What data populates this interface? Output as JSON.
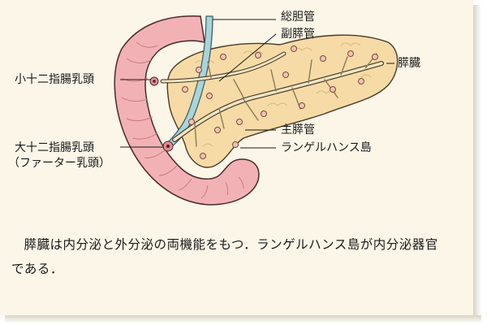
{
  "labels": {
    "common_bile_duct": "総胆管",
    "accessory_pancreatic_duct": "副膵管",
    "pancreas": "膵臓",
    "minor_papilla": "小十二指腸乳頭",
    "major_papilla": "大十二指腸乳頭",
    "major_papilla_alt": "（ファーター乳頭）",
    "main_pancreatic_duct": "主膵管",
    "islets": "ランゲルハンス島"
  },
  "caption": "膵臓は内分泌と外分泌の両機能をもつ．ランゲルハンス島が内分泌器官である．",
  "colors": {
    "page": "#fbf6e8",
    "duodenum": "#f2b2b5",
    "pancreas": "#f6dba6",
    "duct": "#efe6c3",
    "bile_duct": "#a9d4dc",
    "islet": "#f1c3b8"
  }
}
